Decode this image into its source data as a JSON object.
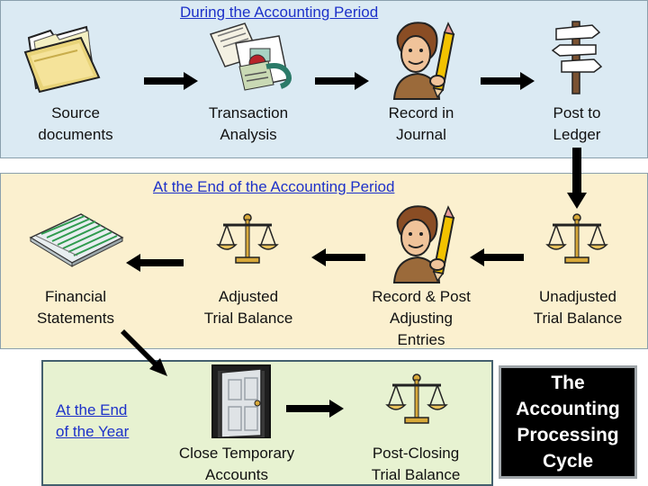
{
  "sections": {
    "during_period": "During the Accounting Period",
    "end_of_period": "At the End of the Accounting Period",
    "end_of_year": [
      "At the End",
      "of the Year"
    ]
  },
  "steps": {
    "source_documents": [
      "Source",
      "documents"
    ],
    "transaction_analysis": [
      "Transaction",
      "Analysis"
    ],
    "record_in_journal": [
      "Record in",
      "Journal"
    ],
    "post_to_ledger": [
      "Post to",
      "Ledger"
    ],
    "unadjusted_trial_balance": [
      "Unadjusted",
      "Trial Balance"
    ],
    "record_post_adjusting": [
      "Record & Post",
      "Adjusting",
      "Entries"
    ],
    "adjusted_trial_balance": [
      "Adjusted",
      "Trial Balance"
    ],
    "financial_statements": [
      "Financial",
      "Statements"
    ],
    "close_temporary_accounts": [
      "Close Temporary",
      "Accounts"
    ],
    "post_closing_trial_balance": [
      "Post-Closing",
      "Trial Balance"
    ]
  },
  "cycle_title": [
    "The",
    "Accounting",
    "Processing",
    "Cycle"
  ],
  "icons": {
    "source_documents": "folder-icon",
    "transaction_analysis": "papers-icon",
    "record_in_journal": "person-writing-icon",
    "post_to_ledger": "signpost-icon",
    "unadjusted_trial_balance": "scales-icon",
    "record_post_adjusting": "person-writing-icon",
    "adjusted_trial_balance": "scales-icon",
    "financial_statements": "report-stack-icon",
    "close_temporary_accounts": "door-icon",
    "post_closing_trial_balance": "scales-icon"
  },
  "colors": {
    "top_panel": "#dbeaf3",
    "middle_panel": "#fbf0cf",
    "bottom_panel": "#e7f2d1",
    "section_title": "#1d31c9",
    "cycle_box": "#000000",
    "cycle_text": "#ffffff",
    "arrow": "#000000"
  }
}
